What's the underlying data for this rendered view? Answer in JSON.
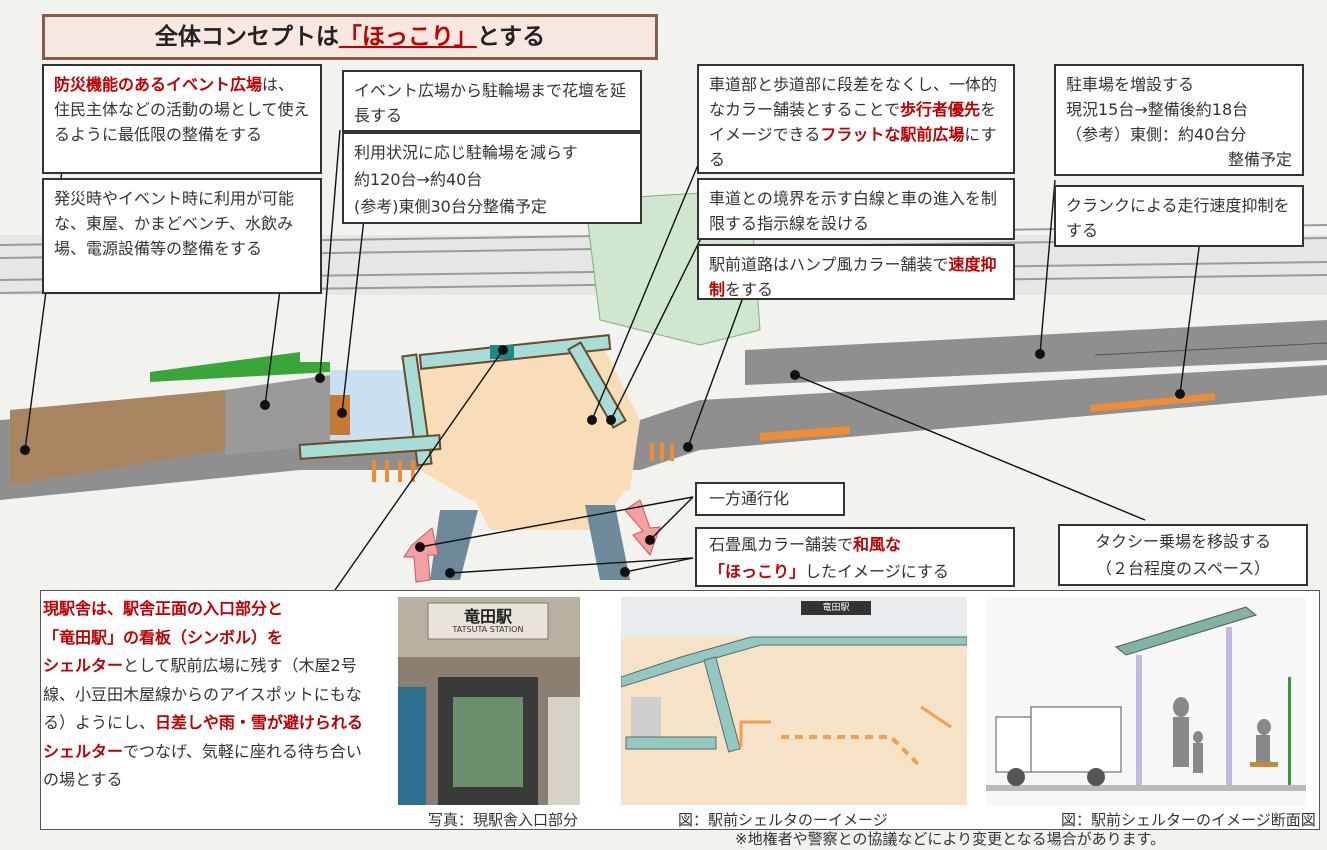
{
  "title": {
    "prefix": "全体コンセプトは",
    "highlight": "「ほっこり」",
    "suffix": "とする"
  },
  "boxes": {
    "event_plaza": {
      "em": "防災機能のあるイベント広場",
      "text": "は、住民主体などの活動の場として使えるように最低限の整備をする"
    },
    "disaster": {
      "text": "発災時やイベント時に利用が可能な、東屋、かまどベンチ、水飲み場、電源設備等の整備をする"
    },
    "flowerbed": {
      "text": "イベント広場から駐輪場まで花壇を延長する"
    },
    "bicycle": {
      "line1": "利用状況に応じ駐輪場を減らす",
      "line2": "約120台→約40台",
      "line3": "(参考)東側30台分整備予定"
    },
    "flat_plaza": {
      "t1": "車道部と歩道部に段差をなくし、一体的なカラー舗装とすることで",
      "em1": "歩行者優先",
      "t2": "をイメージできる",
      "em2": "フラットな駅前広場",
      "t3": "にする"
    },
    "whiteline": {
      "text": "車道との境界を示す白線と車の進入を制限する指示線を設ける"
    },
    "hump": {
      "t1": "駅前道路はハンプ風カラー舗装で",
      "em": "速度抑制",
      "t2": "をする"
    },
    "parking": {
      "line1": "駐車場を増設する",
      "line2": "現況15台→整備後約18台",
      "line3": "（参考）東側：約40台分",
      "line4": "整備予定"
    },
    "crank": {
      "text": "クランクによる走行速度抑制をする"
    },
    "oneway": {
      "text": "一方通行化"
    },
    "stone": {
      "t1": "石畳風カラー舗装で",
      "em1": "和風な",
      "em2": "「ほっこり」",
      "t2": "したイメージにする"
    },
    "taxi": {
      "line1": "タクシー乗場を移設する",
      "line2": "（２台程度のスペース）"
    }
  },
  "bottom": {
    "t1": "現駅舎は、駅舎正面の入口部分と「竜田駅」の看板（シンボル）を",
    "em1": "現駅舎は、駅舎正面の入口部分と「竜田駅」の看板（シンボル）をシェルター",
    "em_a": "現駅舎は、駅舎正面の入口部分と",
    "em_b": "「竜田駅」の看板（シンボル）を",
    "em_c": "シェルター",
    "t_c": "として駅前広場に残す（木屋2号線、小豆田木屋線からのアイスポットにもなる）ようにし、",
    "em_d": "日差しや雨・雪が避けられるシェルター",
    "t_d": "でつなげ、気軽に座れる待ち合いの場とする",
    "caption1": "写真：現駅舎入口部分",
    "caption2": "図：駅前シェルタのーイメージ",
    "caption3": "図：駅前シェルターのイメージ断面図",
    "sign_text": "竜田駅",
    "sign_sub": "TATSUTA STATION",
    "shelter_sign": "竜田駅"
  },
  "note": "※地権者や警察との協議などにより変更となる場合があります。",
  "colors": {
    "accent_red": "#c00000",
    "road_gray": "#8a8a8a",
    "plaza_beige": "#f8ddb8",
    "green": "#3aa63a",
    "brown": "#a07a55"
  }
}
